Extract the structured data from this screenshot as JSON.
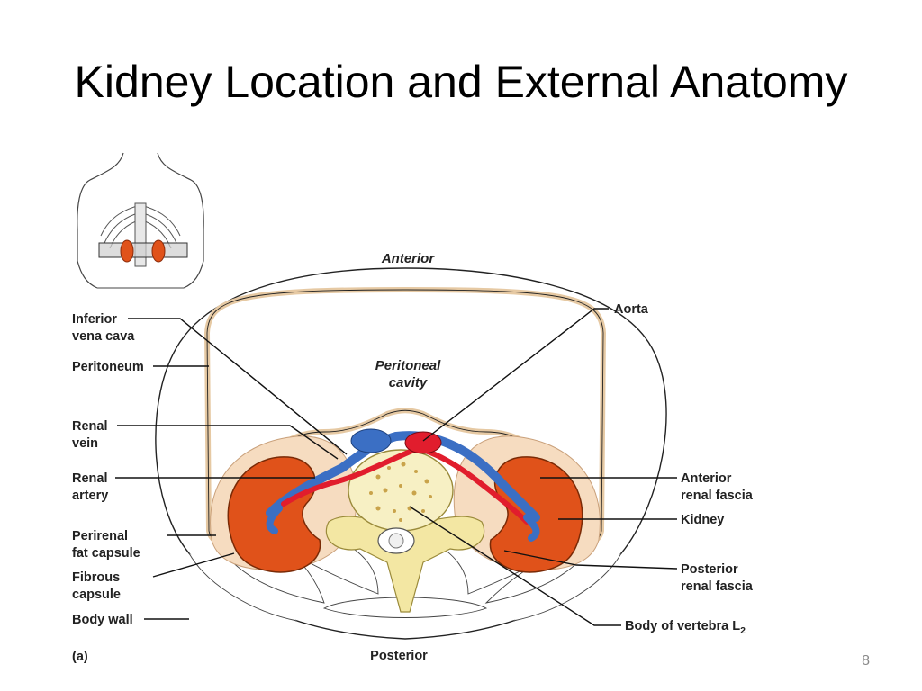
{
  "slide": {
    "title": "Kidney Location and External Anatomy",
    "page_number": "8"
  },
  "figure": {
    "panel_label": "(a)",
    "orientation": {
      "anterior": "Anterior",
      "posterior": "Posterior"
    },
    "cavity_label": [
      "Peritoneal",
      "cavity"
    ],
    "labels_left": [
      [
        "Inferior",
        "vena cava"
      ],
      [
        "Peritoneum"
      ],
      [
        "Renal",
        "vein"
      ],
      [
        "Renal",
        "artery"
      ],
      [
        "Perirenal",
        "fat capsule"
      ],
      [
        "Fibrous",
        "capsule"
      ],
      [
        "Body wall"
      ]
    ],
    "labels_right": [
      [
        "Aorta"
      ],
      [
        "Anterior",
        "renal fascia"
      ],
      [
        "Kidney"
      ],
      [
        "Posterior",
        "renal fascia"
      ],
      [
        "Body of vertebra L",
        "2"
      ]
    ],
    "colors": {
      "kidney": "#e0521a",
      "vein": "#3b6fc4",
      "artery": "#e11d2d",
      "vertebra": "#f3e7a3",
      "fat": "#f6dcc0"
    }
  }
}
